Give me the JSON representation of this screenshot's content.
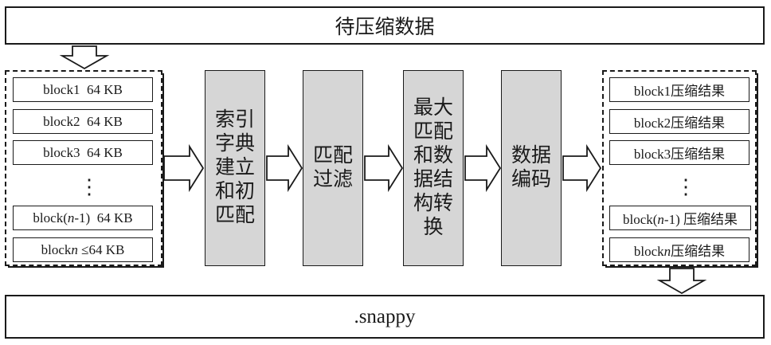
{
  "top_banner": "待压缩数据",
  "bottom_banner": ".snappy",
  "input_blocks": [
    {
      "prefix": "block1",
      "italic": "",
      "suffix": "",
      "size": "64 KB"
    },
    {
      "prefix": "block2",
      "italic": "",
      "suffix": "",
      "size": "64 KB"
    },
    {
      "prefix": "block3",
      "italic": "",
      "suffix": "",
      "size": "64 KB"
    },
    {
      "prefix": "block(",
      "italic": "n",
      "suffix": "-1)",
      "size": "64 KB"
    },
    {
      "prefix": "block",
      "italic": "n",
      "suffix": "",
      "size": "≤64 KB"
    }
  ],
  "output_blocks": [
    {
      "prefix": "block1",
      "italic": "",
      "suffix": "",
      "label": "压缩结果"
    },
    {
      "prefix": "block2",
      "italic": "",
      "suffix": "",
      "label": "压缩结果"
    },
    {
      "prefix": "block3",
      "italic": "",
      "suffix": "",
      "label": "压缩结果"
    },
    {
      "prefix": "block(",
      "italic": "n",
      "suffix": "-1) ",
      "label": "压缩结果"
    },
    {
      "prefix": "block",
      "italic": "n",
      "suffix": "",
      "label": "压缩结果"
    }
  ],
  "ellipsis": "⋮",
  "steps": [
    {
      "text": "索引\n字典\n建立\n和初\n匹配"
    },
    {
      "text": "匹配\n过滤"
    },
    {
      "text": "最大\n匹配\n和数\n据结\n构转\n换"
    },
    {
      "text": "数据\n编码"
    }
  ]
}
